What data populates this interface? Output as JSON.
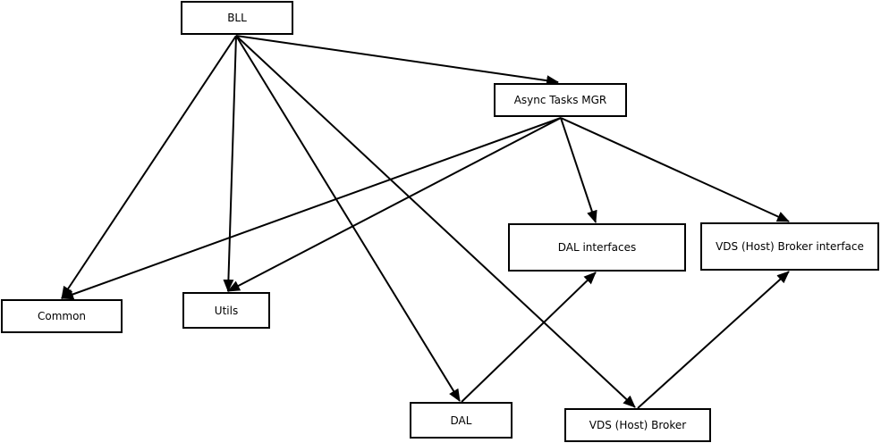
{
  "nodes": {
    "bll": "BLL",
    "async_tasks_mgr": "Async Tasks MGR",
    "dal_interfaces": "DAL interfaces",
    "vds_broker_interface": "VDS (Host) Broker interface",
    "common": "Common",
    "utils": "Utils",
    "dal": "DAL",
    "vds_broker": "VDS (Host) Broker"
  },
  "edges": [
    {
      "from": "BLL",
      "to": "Async Tasks MGR"
    },
    {
      "from": "BLL",
      "to": "Common"
    },
    {
      "from": "BLL",
      "to": "Utils"
    },
    {
      "from": "BLL",
      "to": "DAL"
    },
    {
      "from": "BLL",
      "to": "VDS (Host) Broker"
    },
    {
      "from": "Async Tasks MGR",
      "to": "Common"
    },
    {
      "from": "Async Tasks MGR",
      "to": "Utils"
    },
    {
      "from": "Async Tasks MGR",
      "to": "DAL interfaces"
    },
    {
      "from": "Async Tasks MGR",
      "to": "VDS (Host) Broker interface"
    },
    {
      "from": "DAL",
      "to": "DAL interfaces"
    },
    {
      "from": "VDS (Host) Broker",
      "to": "VDS (Host) Broker interface"
    }
  ]
}
